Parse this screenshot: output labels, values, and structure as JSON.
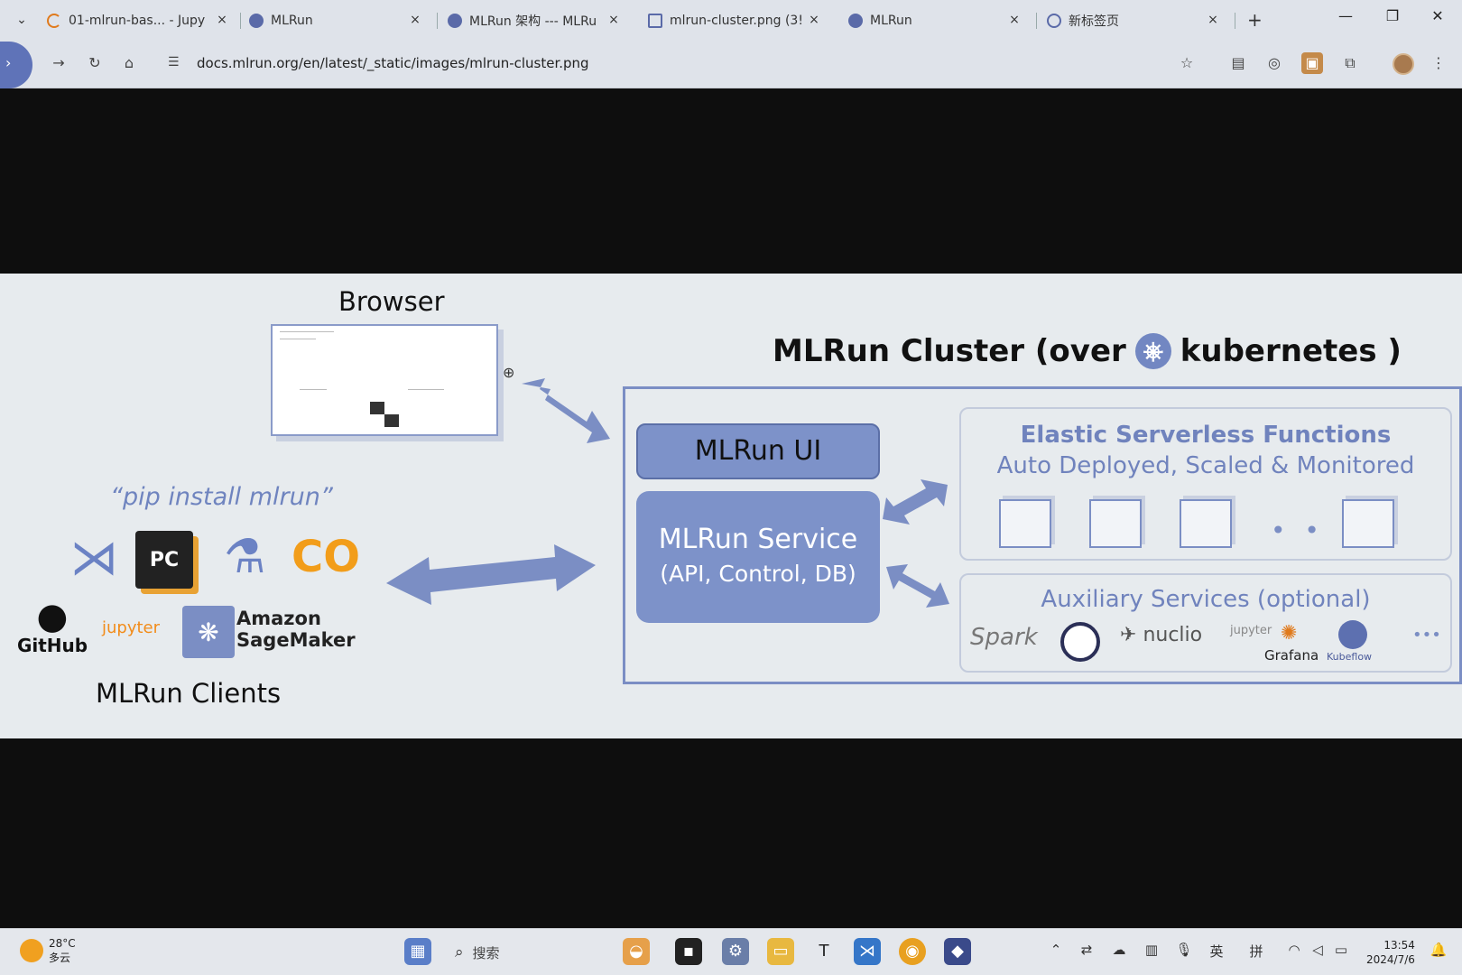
{
  "tabs": [
    {
      "title": "01-mlrun-bas... - Jupy",
      "icon": "loading-icon",
      "color": "#e07a1c"
    },
    {
      "title": "MLRun",
      "icon": "mlrun-icon",
      "color": "#5a6aa8"
    },
    {
      "title": "MLRun 架构 --- MLRu",
      "icon": "mlrun-icon",
      "color": "#5a6aa8"
    },
    {
      "title": "mlrun-cluster.png (3!",
      "icon": "image-icon",
      "color": "#5a6aa8"
    },
    {
      "title": "MLRun",
      "icon": "mlrun-icon",
      "color": "#5a6aa8"
    },
    {
      "title": "新标签页",
      "icon": "newtab-icon",
      "color": "#5a6aa8"
    }
  ],
  "tab_close": "×",
  "tab_new": "+",
  "window_controls": {
    "minimize": "—",
    "restore": "❐",
    "close": "✕"
  },
  "address_bar": {
    "url": "docs.mlrun.org/en/latest/_static/images/mlrun-cluster.png"
  },
  "diagram": {
    "browser_label": "Browser",
    "cluster_title_prefix": "MLRun Cluster (over",
    "cluster_title_suffix": "kubernetes )",
    "mlrun_ui": "MLRun UI",
    "service_line1": "MLRun Service",
    "service_line2": "(API, Control, DB)",
    "elastic_title": "Elastic Serverless Functions",
    "elastic_subtitle": "Auto Deployed, Scaled & Monitored",
    "elastic_more": "• • •",
    "aux_title": "Auxiliary Services (optional)",
    "aux_logos": [
      "Spark",
      "nuclio",
      "jupyter",
      "Grafana",
      "Kubeflow"
    ],
    "aux_more": "•••",
    "pip_text": "“pip install mlrun”",
    "client_logos": {
      "pycharm": "PC",
      "colab": "CO",
      "github": "GitHub",
      "jupyter": "jupyter",
      "sagemaker_line1": "Amazon",
      "sagemaker_line2": "SageMaker"
    },
    "clients_label": "MLRun Clients",
    "accent_color": "#7b8ec4"
  },
  "taskbar": {
    "weather_temp": "28°C",
    "weather_desc": "多云",
    "search_placeholder": "搜索",
    "ime_lang": "英",
    "ime_mode": "拼",
    "time": "13:54",
    "date": "2024/7/6"
  }
}
